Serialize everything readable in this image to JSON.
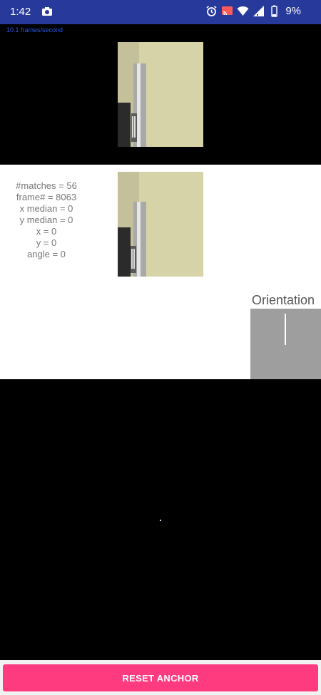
{
  "status_bar": {
    "time": "1:42",
    "battery": "9%",
    "icons": [
      "camera-icon",
      "alarm-icon",
      "cast-icon",
      "wifi-icon",
      "signal-icon",
      "battery-icon"
    ]
  },
  "fps_text": "10.1 frames/second",
  "stats": {
    "matches": "#matches = 56",
    "frame": "frame# = 8063",
    "x_median": "x median = 0",
    "y_median": "y median = 0",
    "x": "x = 0",
    "y": "y = 0",
    "angle": "angle = 0"
  },
  "orientation_label": "Orientation",
  "reset_button_label": "RESET ANCHOR",
  "colors": {
    "status_bar": "#273a9c",
    "accent_button": "#ff3b7f",
    "orientation_box": "#9e9e9e"
  }
}
